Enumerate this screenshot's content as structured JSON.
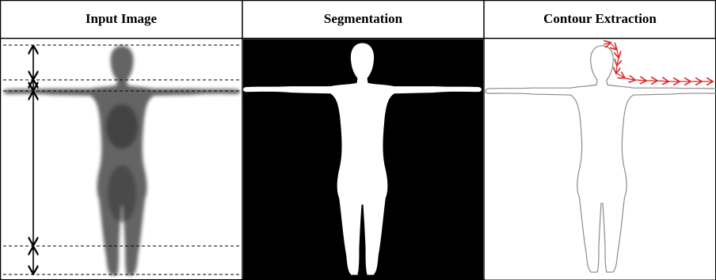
{
  "figure": {
    "headers": {
      "input": "Input Image",
      "segmentation": "Segmentation",
      "contour": "Contour Extraction"
    },
    "colors": {
      "border": "#000000",
      "segmentation_background": "#000000",
      "silhouette": "#ffffff",
      "contour_line": "#8a8a8a",
      "arrow_chain": "#e02020",
      "scan_body": "#4a4a4a"
    },
    "icons": [
      "double-arrow-icon",
      "dashed-guide-line",
      "red-arrow-chain"
    ]
  }
}
